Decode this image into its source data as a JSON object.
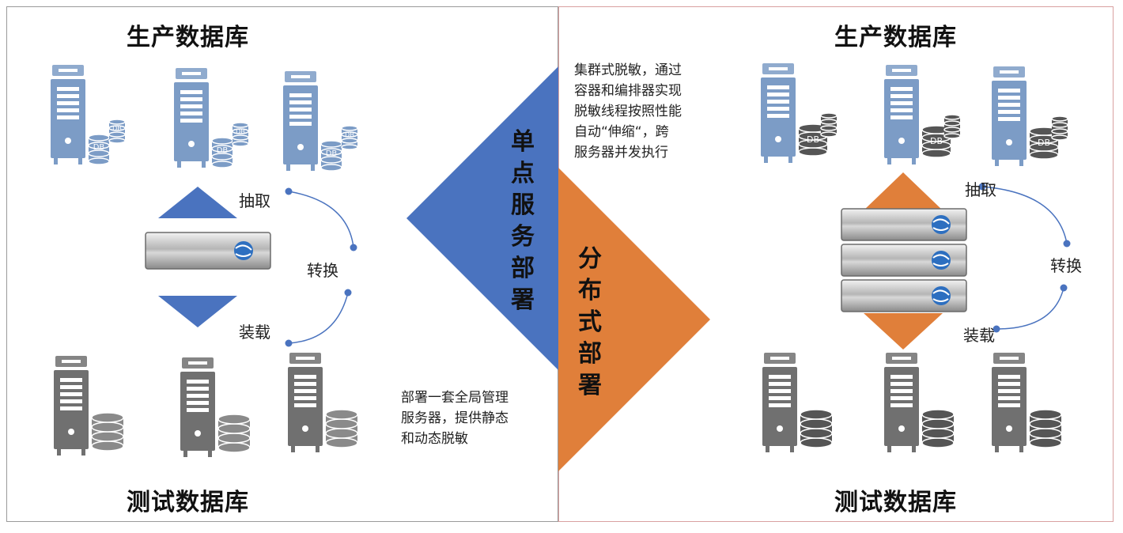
{
  "left": {
    "production_title": "生产数据库",
    "test_title": "测试数据库",
    "step_extract": "抽取",
    "step_transform": "转换",
    "step_load": "装载",
    "description": "部署一套全局管理\n服务器，提供静态\n和动态脱敏"
  },
  "right": {
    "production_title": "生产数据库",
    "test_title": "测试数据库",
    "step_extract": "抽取",
    "step_transform": "转换",
    "step_load": "装载",
    "description": "集群式脱敏，通过\n容器和编排器实现\n脱敏线程按照性能\n自动“伸缩“，跨\n服务器并发执行"
  },
  "center": {
    "single_label": "单点服务部署",
    "distributed_label": "分布式部署"
  },
  "db_badge": "DB",
  "colors": {
    "blue_server": "#7c9cc6",
    "gray_server": "#707070",
    "blue_arrow": "#4a73bf",
    "orange_arrow": "#e07f3a",
    "flow_line": "#4a73bf"
  }
}
